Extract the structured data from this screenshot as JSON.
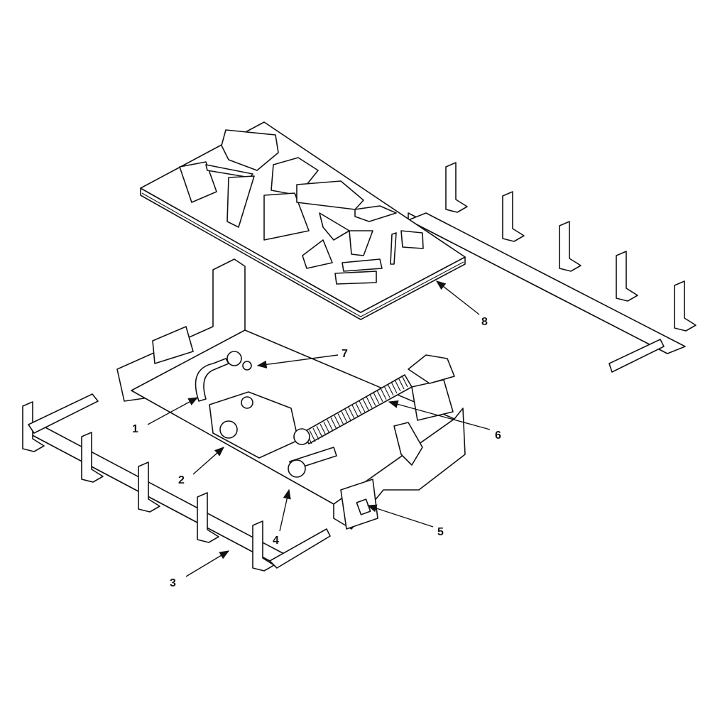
{
  "diagram": {
    "type": "exploded-parts-diagram",
    "callouts": [
      {
        "label": "1"
      },
      {
        "label": "2"
      },
      {
        "label": "3"
      },
      {
        "label": "4"
      },
      {
        "label": "5"
      },
      {
        "label": "6"
      },
      {
        "label": "7"
      },
      {
        "label": "8"
      }
    ]
  }
}
